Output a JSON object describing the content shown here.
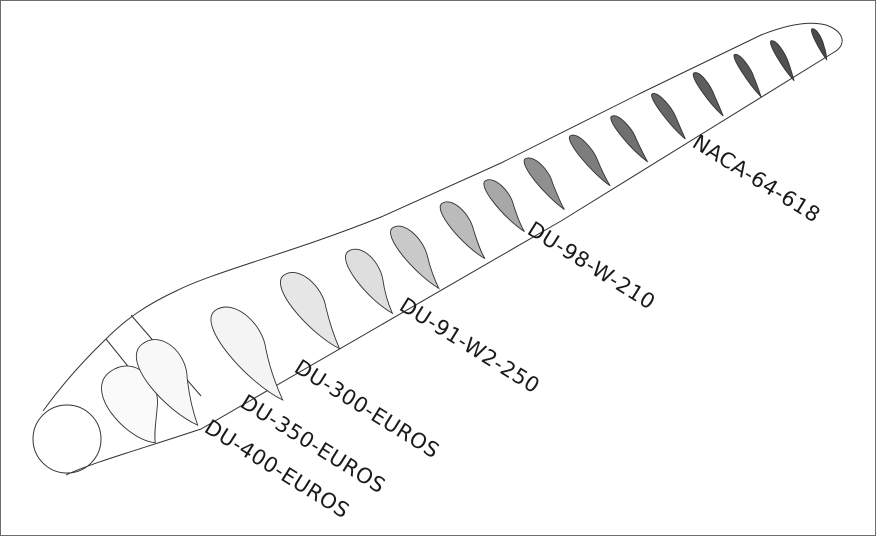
{
  "labels": {
    "naca": "NACA-64-618",
    "du98": "DU-98-W-210",
    "du91": "DU-91-W2-250",
    "du300": "DU-300-EUROS",
    "du350": "DU-350-EUROS",
    "du400": "DU-400-EUROS"
  }
}
